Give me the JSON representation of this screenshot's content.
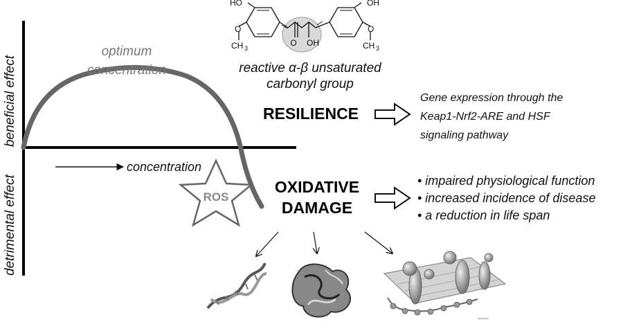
{
  "axes": {
    "y_upper": "beneficial effect",
    "y_lower": "detrimental effect",
    "x_label": "concentration"
  },
  "curve_label": {
    "line1": "optimum",
    "line2": "concentration"
  },
  "molecule": {
    "atoms": {
      "ho_left": "HO",
      "oh_right": "OH",
      "o_left": "O",
      "o_right": "O",
      "ch3": "CH",
      "ch3_sub": "3",
      "keto_o": "O",
      "enol_oh": "OH"
    },
    "caption_line1": "reactive α-β unsaturated",
    "caption_line2": "carbonyl group"
  },
  "resilience": {
    "title": "RESILIENCE",
    "effect_lines": [
      "Gene expression through the",
      "Keap1-Nrf2-ARE and HSF",
      "signaling pathway"
    ]
  },
  "oxidative": {
    "title_line1": "OXIDATIVE",
    "title_line2": "DAMAGE",
    "effects": [
      "• impaired physiological function",
      "• increased incidence of disease",
      "• a reduction in life span"
    ]
  },
  "ros": "ROS",
  "targets": [
    "dna-illustration",
    "protein-illustration",
    "membrane-illustration"
  ]
}
